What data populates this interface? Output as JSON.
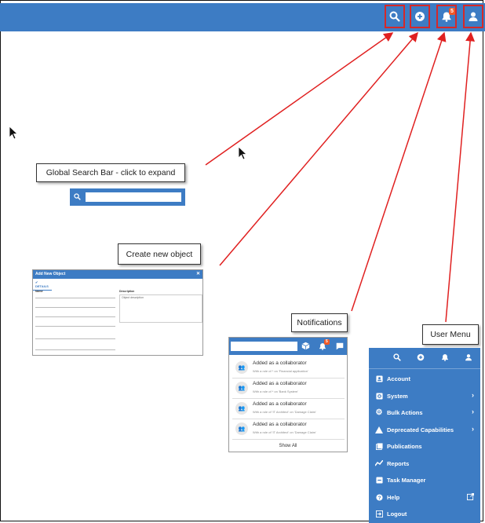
{
  "topbar": {
    "notification_count": "5"
  },
  "callouts": {
    "search": "Global Search Bar - click to expand",
    "create": "Create new object",
    "notifications": "Notifications",
    "user_menu": "User Menu"
  },
  "new_object": {
    "title": "Add New Object",
    "tab": "✔ DETAILS",
    "name_label": "Name",
    "description_label": "Description",
    "description_placeholder": "Object description"
  },
  "notifications": {
    "count": "5",
    "items": [
      {
        "title": "Added as a collaborator",
        "detail": "With a role of * on 'Financial application'"
      },
      {
        "title": "Added as a collaborator",
        "detail": "With a role of * on 'Bank System'"
      },
      {
        "title": "Added as a collaborator",
        "detail": "With a role of 'IT Architect' on 'Damage Claim'"
      },
      {
        "title": "Added as a collaborator",
        "detail": "With a role of 'IT Architect' on 'Damage Claim'"
      }
    ],
    "show_all": "Show All"
  },
  "user_menu": {
    "items": [
      {
        "label": "Account",
        "icon": "account-icon",
        "chevron": false
      },
      {
        "label": "System",
        "icon": "system-icon",
        "chevron": true
      },
      {
        "label": "Bulk Actions",
        "icon": "gear-icon",
        "chevron": true
      },
      {
        "label": "Deprecated Capabilities",
        "icon": "warning-icon",
        "chevron": true
      },
      {
        "label": "Publications",
        "icon": "publications-icon",
        "chevron": false
      },
      {
        "label": "Reports",
        "icon": "reports-icon",
        "chevron": false
      },
      {
        "label": "Task Manager",
        "icon": "task-manager-icon",
        "chevron": false
      },
      {
        "label": "Help",
        "icon": "help-icon",
        "chevron": false
      },
      {
        "label": "Logout",
        "icon": "logout-icon",
        "chevron": false
      }
    ]
  },
  "colors": {
    "brand": "#3d7cc4",
    "highlight": "#d62828",
    "badge": "#f05a28"
  }
}
